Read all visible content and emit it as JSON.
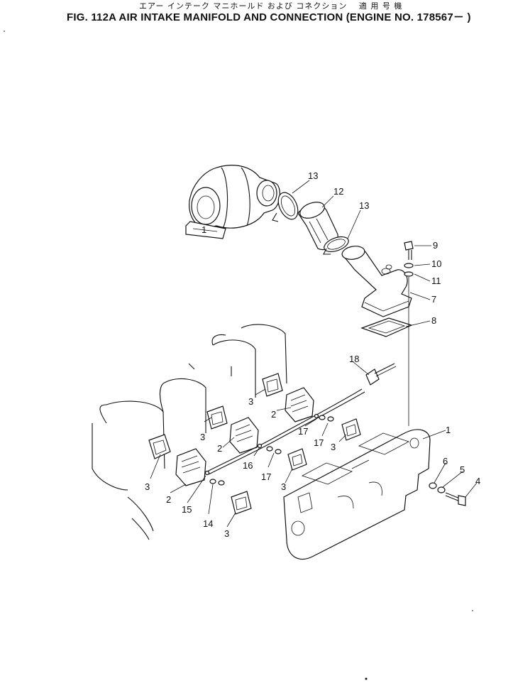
{
  "header": {
    "japanese_title": "エアー インテーク マニホールド および コネクション　 適 用 号 機",
    "figure_title": "FIG. 112A  AIR INTAKE MANIFOLD AND CONNECTION (ENGINE NO. 178567－ )"
  },
  "callouts": [
    {
      "id": "c1",
      "text": "1"
    },
    {
      "id": "c1b",
      "text": "1"
    },
    {
      "id": "c2a",
      "text": "2"
    },
    {
      "id": "c2b",
      "text": "2"
    },
    {
      "id": "c2c",
      "text": "2"
    },
    {
      "id": "c3a",
      "text": "3"
    },
    {
      "id": "c3b",
      "text": "3"
    },
    {
      "id": "c3c",
      "text": "3"
    },
    {
      "id": "c3d",
      "text": "3"
    },
    {
      "id": "c3e",
      "text": "3"
    },
    {
      "id": "c3f",
      "text": "3"
    },
    {
      "id": "c4",
      "text": "4"
    },
    {
      "id": "c5",
      "text": "5"
    },
    {
      "id": "c6",
      "text": "6"
    },
    {
      "id": "c7",
      "text": "7"
    },
    {
      "id": "c8",
      "text": "8"
    },
    {
      "id": "c9",
      "text": "9"
    },
    {
      "id": "c10",
      "text": "10"
    },
    {
      "id": "c11",
      "text": "11"
    },
    {
      "id": "c12",
      "text": "12"
    },
    {
      "id": "c13a",
      "text": "13"
    },
    {
      "id": "c13b",
      "text": "13"
    },
    {
      "id": "c14",
      "text": "14"
    },
    {
      "id": "c15",
      "text": "15"
    },
    {
      "id": "c16",
      "text": "16"
    },
    {
      "id": "c17a",
      "text": "17"
    },
    {
      "id": "c17b",
      "text": "17"
    },
    {
      "id": "c17c",
      "text": "17"
    },
    {
      "id": "c18",
      "text": "18"
    }
  ]
}
